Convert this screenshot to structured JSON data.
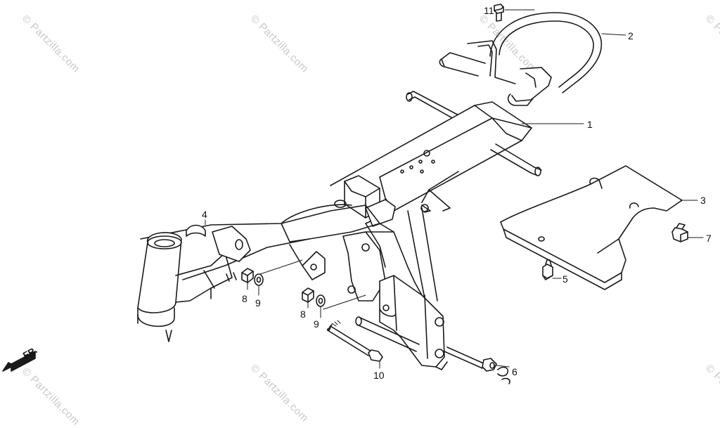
{
  "watermark": {
    "text": "© Partzilla.com"
  },
  "direction": {
    "label": "FR."
  },
  "callouts": [
    {
      "id": "c1",
      "label": "1"
    },
    {
      "id": "c2",
      "label": "2"
    },
    {
      "id": "c3",
      "label": "3"
    },
    {
      "id": "c4",
      "label": "4"
    },
    {
      "id": "c5",
      "label": "5"
    },
    {
      "id": "c6",
      "label": "6"
    },
    {
      "id": "c7",
      "label": "7"
    },
    {
      "id": "c8a",
      "label": "8"
    },
    {
      "id": "c9a",
      "label": "9"
    },
    {
      "id": "c8b",
      "label": "8"
    },
    {
      "id": "c9b",
      "label": "9"
    },
    {
      "id": "c10",
      "label": "10"
    },
    {
      "id": "c11",
      "label": "11"
    }
  ],
  "colors": {
    "line": "#1a1a1a",
    "watermark": "#c9c9c9",
    "background": "#ffffff"
  }
}
